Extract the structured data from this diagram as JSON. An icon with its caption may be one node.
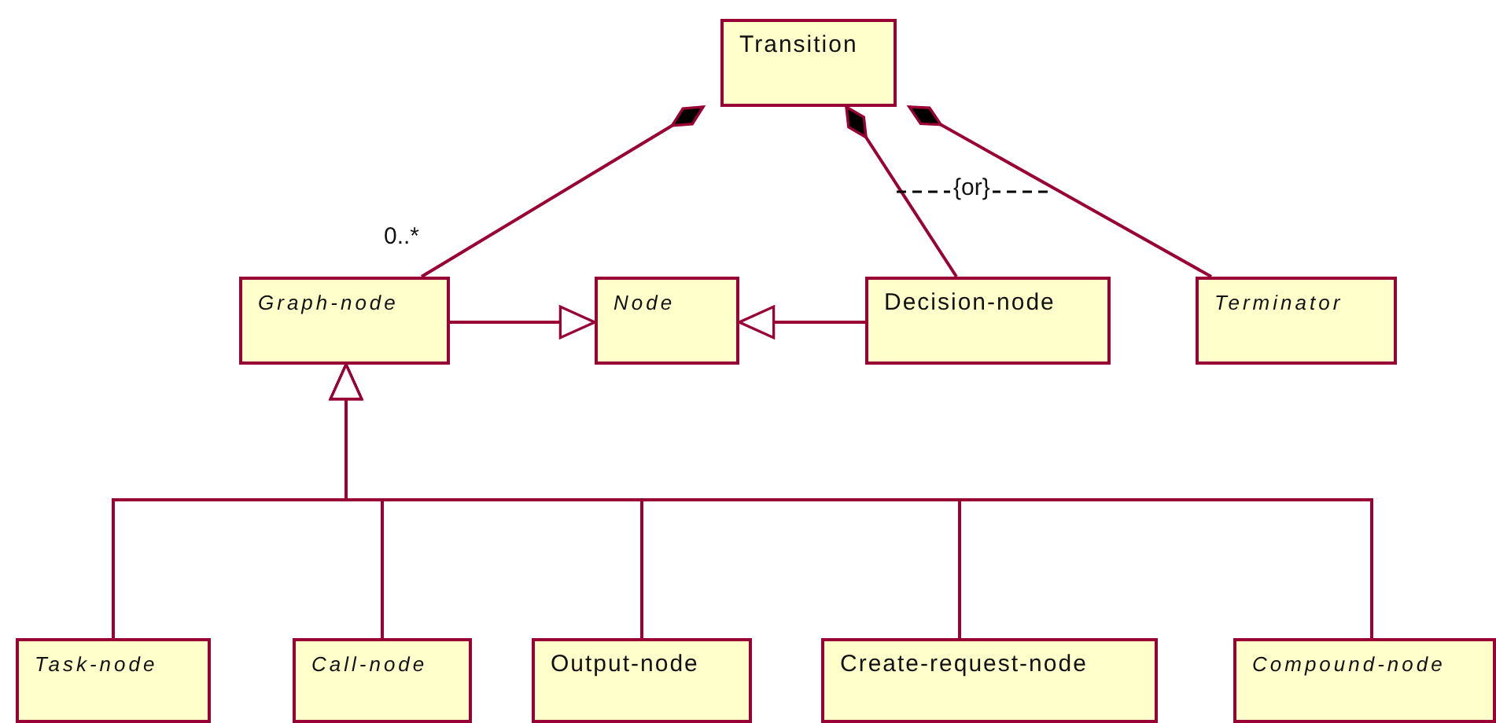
{
  "diagram": {
    "nodes": [
      {
        "text": [
          "Transition"
        ]
      },
      {
        "text": [
          "Graph-node"
        ]
      },
      {
        "text": [
          "Node"
        ]
      },
      {
        "text": [
          "Decision-node"
        ]
      },
      {
        "text": [
          "Terminator"
        ]
      },
      {
        "text": [
          "Task-node"
        ]
      },
      {
        "text": [
          "Call-node"
        ]
      },
      {
        "text": [
          "Output-node"
        ]
      },
      {
        "text": [
          "Create-request-node"
        ]
      },
      {
        "text": [
          "Compound-node"
        ]
      }
    ],
    "edges": [
      {
        "from": 0,
        "to": 1,
        "arrow": "other"
      },
      {
        "from": 0,
        "to": 3,
        "arrow": "other"
      },
      {
        "from": 0,
        "to": 4,
        "arrow": "other"
      },
      {
        "from": 1,
        "to": 2,
        "arrow": "to"
      },
      {
        "from": 3,
        "to": 2,
        "arrow": "to"
      },
      {
        "from": 5,
        "to": 1,
        "arrow": "to"
      },
      {
        "from": 6,
        "to": 1,
        "arrow": "to"
      },
      {
        "from": 7,
        "to": 1,
        "arrow": "to"
      },
      {
        "from": 8,
        "to": 1,
        "arrow": "to"
      },
      {
        "from": 9,
        "to": 1,
        "arrow": "to"
      }
    ],
    "labels": [
      "0..*",
      "{or}"
    ]
  }
}
